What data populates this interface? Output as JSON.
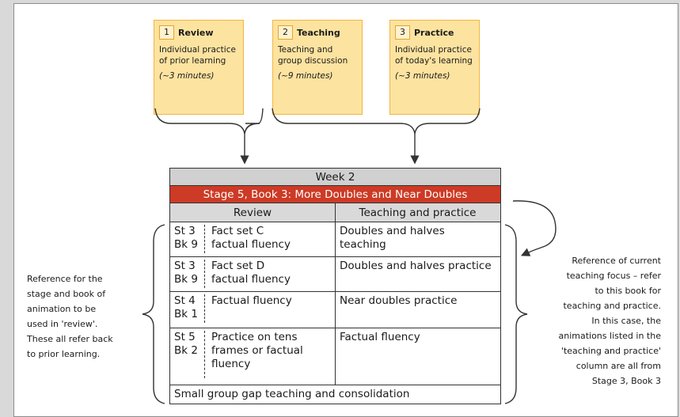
{
  "cards": [
    {
      "num": "1",
      "title": "Review",
      "line1": "Individual practice",
      "line2": "of prior learning",
      "time": "(~3 minutes)"
    },
    {
      "num": "2",
      "title": "Teaching",
      "line1": "Teaching and",
      "line2": "group discussion",
      "time": "(~9 minutes)"
    },
    {
      "num": "3",
      "title": "Practice",
      "line1": "Individual practice",
      "line2": "of today's learning",
      "time": "(~3 minutes)"
    }
  ],
  "table": {
    "week": "Week 2",
    "stage": "Stage 5, Book 3: More Doubles and Near Doubles",
    "header_review": "Review",
    "header_teaching": "Teaching and practice",
    "rows": [
      {
        "st": "St 3",
        "bk": "Bk 9",
        "fact1": "Fact set C",
        "fact2": "factual fluency",
        "fact3": "",
        "teach1": "Doubles and halves",
        "teach2": "teaching"
      },
      {
        "st": "St 3",
        "bk": "Bk 9",
        "fact1": "Fact set D",
        "fact2": "factual fluency",
        "fact3": "",
        "teach1": "Doubles and halves practice",
        "teach2": ""
      },
      {
        "st": "St 4",
        "bk": "Bk 1",
        "fact1": "Factual fluency",
        "fact2": "",
        "fact3": "",
        "teach1": "Near doubles practice",
        "teach2": ""
      },
      {
        "st": "St 5",
        "bk": "Bk 2",
        "fact1": "Practice on tens",
        "fact2": "frames or factual",
        "fact3": "fluency",
        "teach1": "Factual fluency",
        "teach2": ""
      }
    ],
    "footer": "Small group gap teaching and consolidation"
  },
  "note_left": [
    "Reference for the",
    "stage and book of",
    "animation to be",
    "used in 'review'.",
    "These all refer back",
    "to prior learning."
  ],
  "note_right": [
    "Reference of current",
    "teaching focus – refer",
    "to this book for",
    "teaching and practice.",
    "In this case, the",
    "animations listed in the",
    "'teaching and practice'",
    "column are all from",
    "Stage 3, Book 3"
  ],
  "colors": {
    "card_fill": "#fde3a0",
    "card_border": "#f2b541",
    "stage_bar": "#cd3a25",
    "header_fill": "#d0d0d0"
  }
}
